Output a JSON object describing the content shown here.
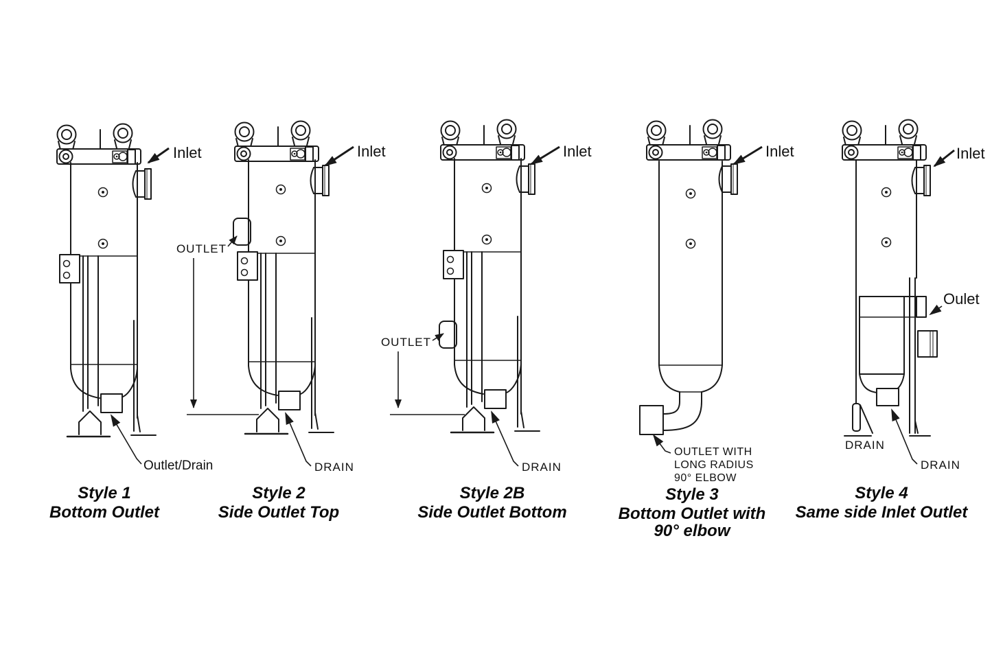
{
  "diagram": {
    "background": "#ffffff",
    "line_color": "#1a1a1a",
    "text_color": "#111111",
    "figures": [
      {
        "name": "Style 1",
        "caption": [
          "Style 1",
          "Bottom Outlet"
        ],
        "labels": {
          "inlet": "Inlet",
          "outlet_drain": "Outlet/Drain"
        }
      },
      {
        "name": "Style 2",
        "caption": [
          "Style 2",
          "Side Outlet Top"
        ],
        "labels": {
          "inlet": "Inlet",
          "outlet": "OUTLET",
          "drain": "DRAIN"
        }
      },
      {
        "name": "Style 2B",
        "caption": [
          "Style 2B",
          "Side Outlet Bottom"
        ],
        "labels": {
          "inlet": "Inlet",
          "outlet": "OUTLET",
          "drain": "DRAIN"
        }
      },
      {
        "name": "Style 3",
        "caption": [
          "Style 3",
          "Bottom Outlet  with",
          "90° elbow"
        ],
        "labels": {
          "inlet": "Inlet",
          "outlet_line1": "OUTLET WITH",
          "outlet_line2": "LONG RADIUS",
          "outlet_line3": "90° ELBOW"
        }
      },
      {
        "name": "Style 4",
        "caption": [
          "Style 4",
          "Same side Inlet Outlet"
        ],
        "labels": {
          "inlet": "Inlet",
          "outlet": "Oulet",
          "drain_left": "DRAIN",
          "drain_bottom": "DRAIN"
        }
      }
    ]
  }
}
